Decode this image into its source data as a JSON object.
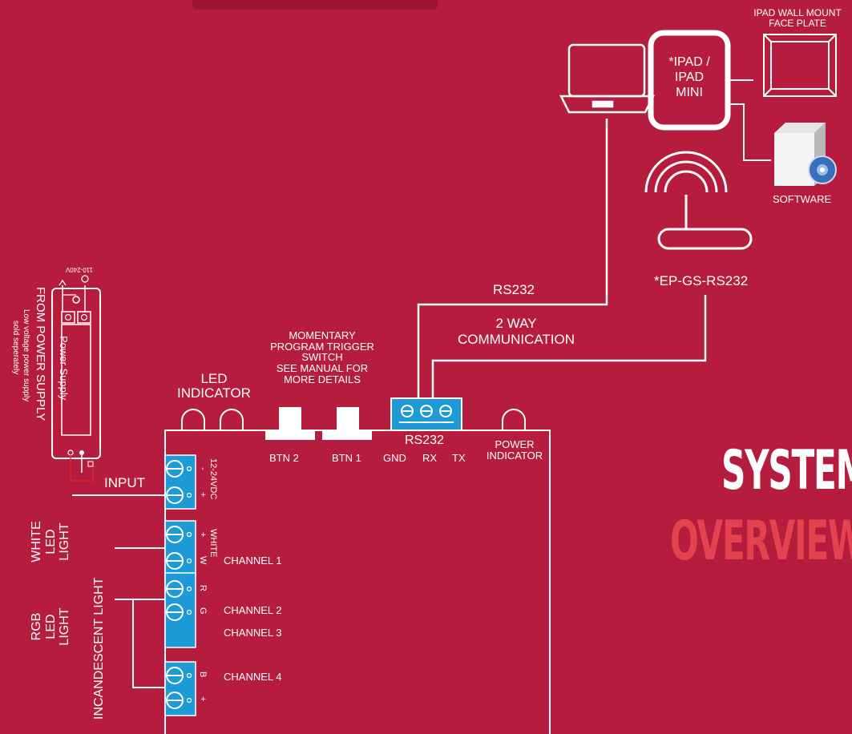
{
  "controller": {
    "led_indicator": "LED\nINDICATOR",
    "switch_note": "MOMENTARY\nPROGRAM TRIGGER\nSWITCH\nSEE MANUAL FOR\nMORE DETAILS",
    "btn2": "BTN 2",
    "btn1": "BTN 1",
    "rs232_port": "RS232",
    "gnd": "GND",
    "rx": "RX",
    "tx": "TX",
    "power_indicator": "POWER\nINDICATOR",
    "input_voltage": "12-24VDC",
    "input_minus": "-",
    "input_plus": "+",
    "white_term_label": "WHITE",
    "white_plus": "+",
    "white_w": "W",
    "term_r": "R",
    "term_g": "G",
    "term_b": "B",
    "term_plus": "+"
  },
  "channels": {
    "ch1": "CHANNEL 1",
    "ch2": "CHANNEL 2",
    "ch3": "CHANNEL 3",
    "ch4": "CHANNEL 4"
  },
  "power_supply": {
    "label": "Power Supply",
    "voltage": "110-240V",
    "from": "FROM POWER SUPPLY",
    "note1": "Low voltage power supply",
    "note2": "sold seperately",
    "input": "INPUT"
  },
  "lights": {
    "white_led": "WHITE\nLED\nLIGHT",
    "incandescent": "INCANDESCENT LIGHT",
    "rgb_led": "RGB\nLED\nLIGHT"
  },
  "comms": {
    "rs232": "RS232",
    "two_way": "2 WAY\nCOMMUNICATION",
    "gateway": "*EP-GS-RS232"
  },
  "devices": {
    "ipad": "*IPAD /\nIPAD\nMINI",
    "wall_mount": "IPAD WALL MOUNT\nFACE PLATE",
    "software": "SOFTWARE"
  },
  "title": {
    "line1": "SYSTEM",
    "line2": "OVERVIEW"
  },
  "colors": {
    "background": "#b61c3e",
    "terminal_blue": "#1e9ad6",
    "title_accent": "#e4424e",
    "line": "#ffffff"
  }
}
